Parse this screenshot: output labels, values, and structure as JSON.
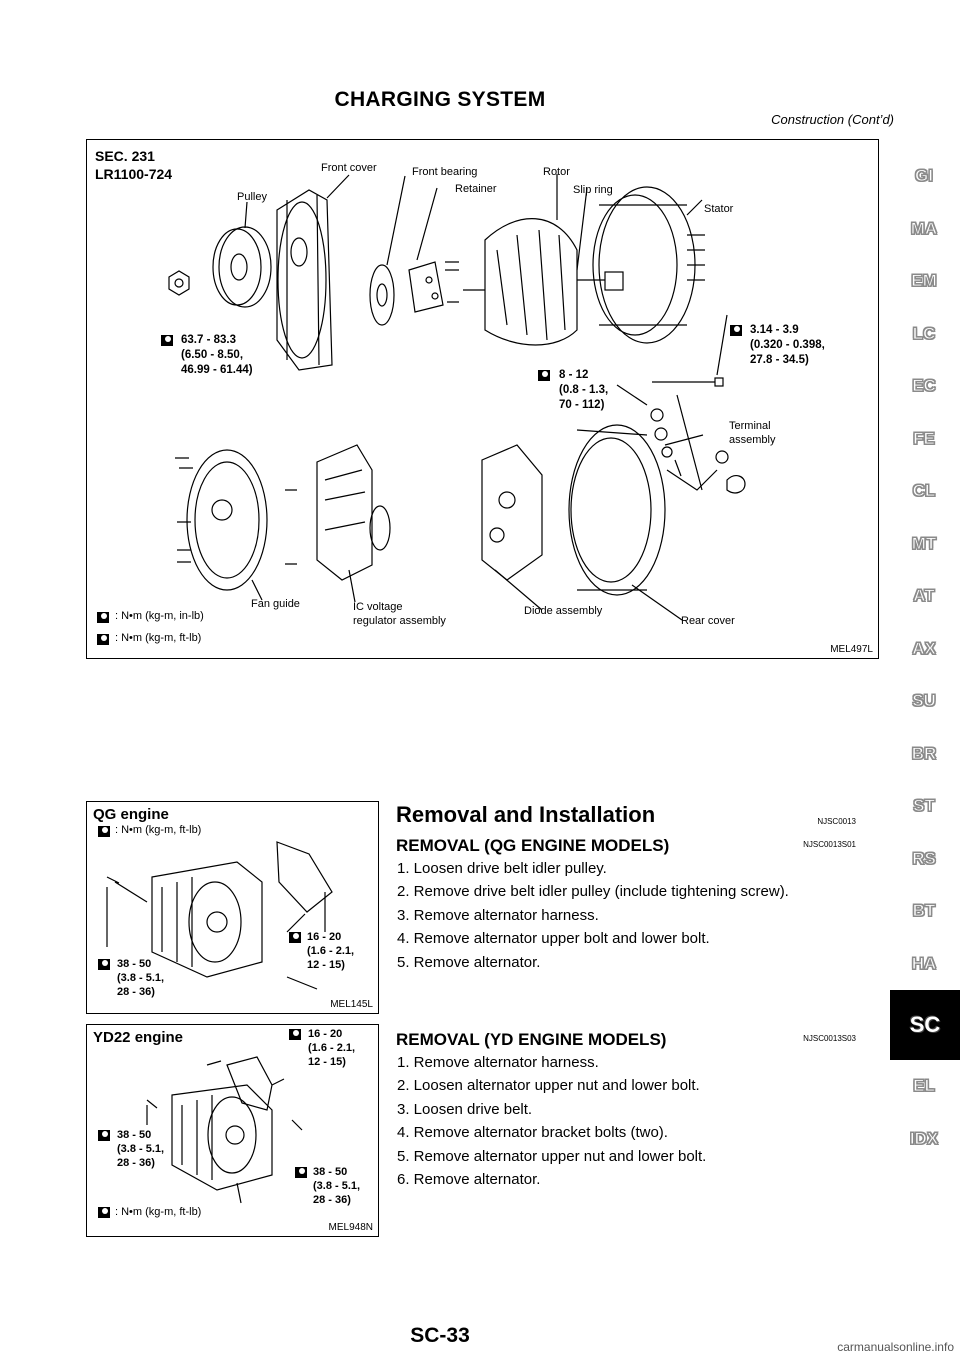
{
  "header": {
    "title": "CHARGING SYSTEM",
    "subtitle": "Construction (Cont’d)"
  },
  "figure1": {
    "sec": "SEC. 231",
    "model": "LR1100-724",
    "labels": {
      "front_cover": "Front cover",
      "front_bearing": "Front bearing",
      "retainer": "Retainer",
      "rotor": "Rotor",
      "slip_ring": "Slip ring",
      "stator": "Stator",
      "pulley": "Pulley",
      "terminal_assembly": "Terminal\nassembly",
      "fan_guide": "Fan guide",
      "ic_voltage": "IC voltage\nregulator assembly",
      "diode_assembly": "Diode assembly",
      "rear_cover": "Rear cover"
    },
    "torques": {
      "pulley_nut": "63.7 - 83.3\n(6.50 - 8.50,\n46.99 - 61.44)",
      "through_bolt": "3.14 - 3.9\n(0.320 - 0.398,\n27.8 - 34.5)",
      "retainer_screw": "8 - 12\n(0.8 - 1.3,\n70 - 112)"
    },
    "legend": {
      "in_lb": ": N•m (kg-m, in-lb)",
      "ft_lb": ": N•m (kg-m, ft-lb)"
    },
    "code": "MEL497L"
  },
  "figure2": {
    "title": "QG engine",
    "legend": ": N•m (kg-m, ft-lb)",
    "torque_left": "38 - 50\n(3.8 - 5.1,\n28 - 36)",
    "torque_right": "16 - 20\n(1.6 - 2.1,\n12 - 15)",
    "code": "MEL145L"
  },
  "figure3": {
    "title": "YD22 engine",
    "torque_top": "16 - 20\n(1.6 - 2.1,\n12 - 15)",
    "torque_left": "38 - 50\n(3.8 - 5.1,\n28 - 36)",
    "torque_bottom": "38 - 50\n(3.8 - 5.1,\n28 - 36)",
    "legend": ": N•m (kg-m, ft-lb)",
    "code": "MEL948N"
  },
  "removal": {
    "title": "Removal and Installation",
    "ref": "NJSC0013",
    "qg": {
      "title": "REMOVAL (QG ENGINE MODELS)",
      "ref": "NJSC0013S01",
      "steps": [
        "1. Loosen drive belt idler pulley.",
        "2. Remove drive belt idler pulley (include tightening screw).",
        "3. Remove alternator harness.",
        "4. Remove alternator upper bolt and lower bolt.",
        "5. Remove alternator."
      ]
    },
    "yd": {
      "title": "REMOVAL (YD ENGINE MODELS)",
      "ref": "NJSC0013S03",
      "steps": [
        "1. Remove alternator harness.",
        "2. Loosen alternator upper nut and lower bolt.",
        "3. Loosen drive belt.",
        "4. Remove alternator bracket bolts (two).",
        "5. Remove alternator upper nut and lower bolt.",
        "6. Remove alternator."
      ]
    }
  },
  "side_tabs": [
    "GI",
    "MA",
    "EM",
    "LC",
    "EC",
    "FE",
    "CL",
    "MT",
    "AT",
    "AX",
    "SU",
    "BR",
    "ST",
    "RS",
    "BT",
    "HA",
    "SC",
    "EL",
    "IDX"
  ],
  "active_tab": "SC",
  "page_number": "SC-33",
  "watermark": "carmanualsonline.info"
}
